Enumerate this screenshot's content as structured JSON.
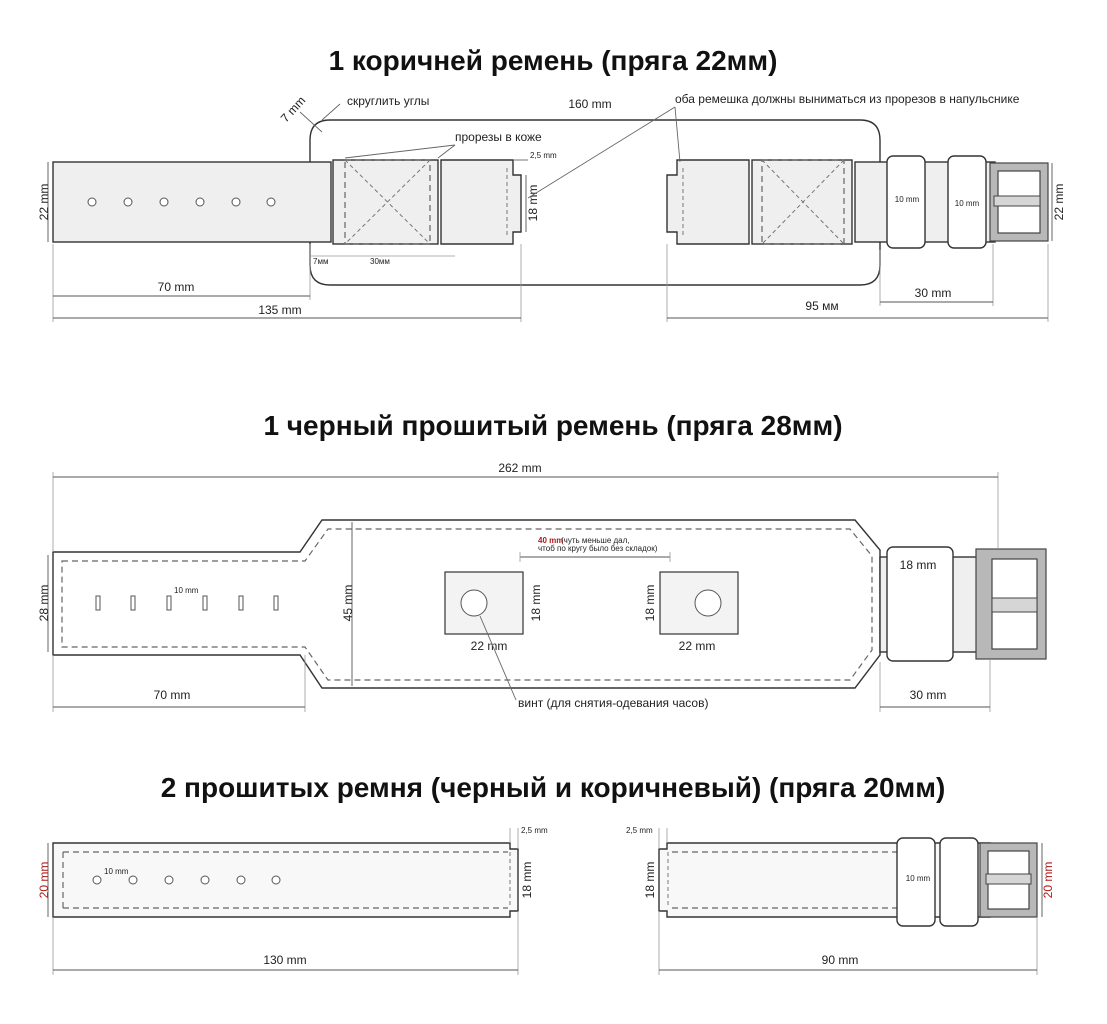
{
  "section1": {
    "title": "1 коричней ремень (пряга 22мм)",
    "dim_160": "160 mm",
    "dim_22_left": "22 mm",
    "dim_7_corner": "7 mm",
    "note_round_corners": "скруглить углы",
    "note_slits": "прорезы в коже",
    "dim_2_5": "2,5 mm",
    "dim_18": "18 mm",
    "dim_7mm_small": "7мм",
    "dim_30mm_small": "30мм",
    "note_both_straps": "оба ремешка должны выниматься из прорезов в напульснике",
    "dim_10_loop1": "10 mm",
    "dim_10_loop2": "10 mm",
    "dim_22_right": "22 mm",
    "dim_70": "70 mm",
    "dim_135": "135 mm",
    "dim_95": "95 мм",
    "dim_30": "30 mm"
  },
  "section2": {
    "title": "1 черный прошитый ремень (пряга 28мм)",
    "dim_262": "262 mm",
    "dim_40_red": "40 mm",
    "note_40": "(чуть меньше дал,",
    "note_40_b": "чтоб по кругу было без складок)",
    "dim_28": "28 mm",
    "dim_10_slots": "10 mm",
    "dim_45": "45 mm",
    "dim_18_plate1": "18 mm",
    "dim_22_plate1": "22 mm",
    "dim_18_plate2": "18 mm",
    "dim_22_plate2": "22 mm",
    "dim_18_loop": "18 mm",
    "dim_70": "70 mm",
    "note_screw": "винт (для снятия-одевания часов)",
    "dim_30": "30 mm"
  },
  "section3": {
    "title": "2 прошитых ремня (черный и коричневый) (пряга 20мм)",
    "dim_20_left": "20 mm",
    "dim_10_holes": "10 mm",
    "dim_2_5_a": "2,5 mm",
    "dim_18_a": "18 mm",
    "dim_130": "130 mm",
    "dim_2_5_b": "2,5 mm",
    "dim_18_b": "18 mm",
    "dim_10_loop": "10 mm",
    "dim_20_right": "20 mm",
    "dim_90": "90 mm"
  },
  "colors": {
    "accent_red": "#b01818",
    "line": "#333333"
  }
}
